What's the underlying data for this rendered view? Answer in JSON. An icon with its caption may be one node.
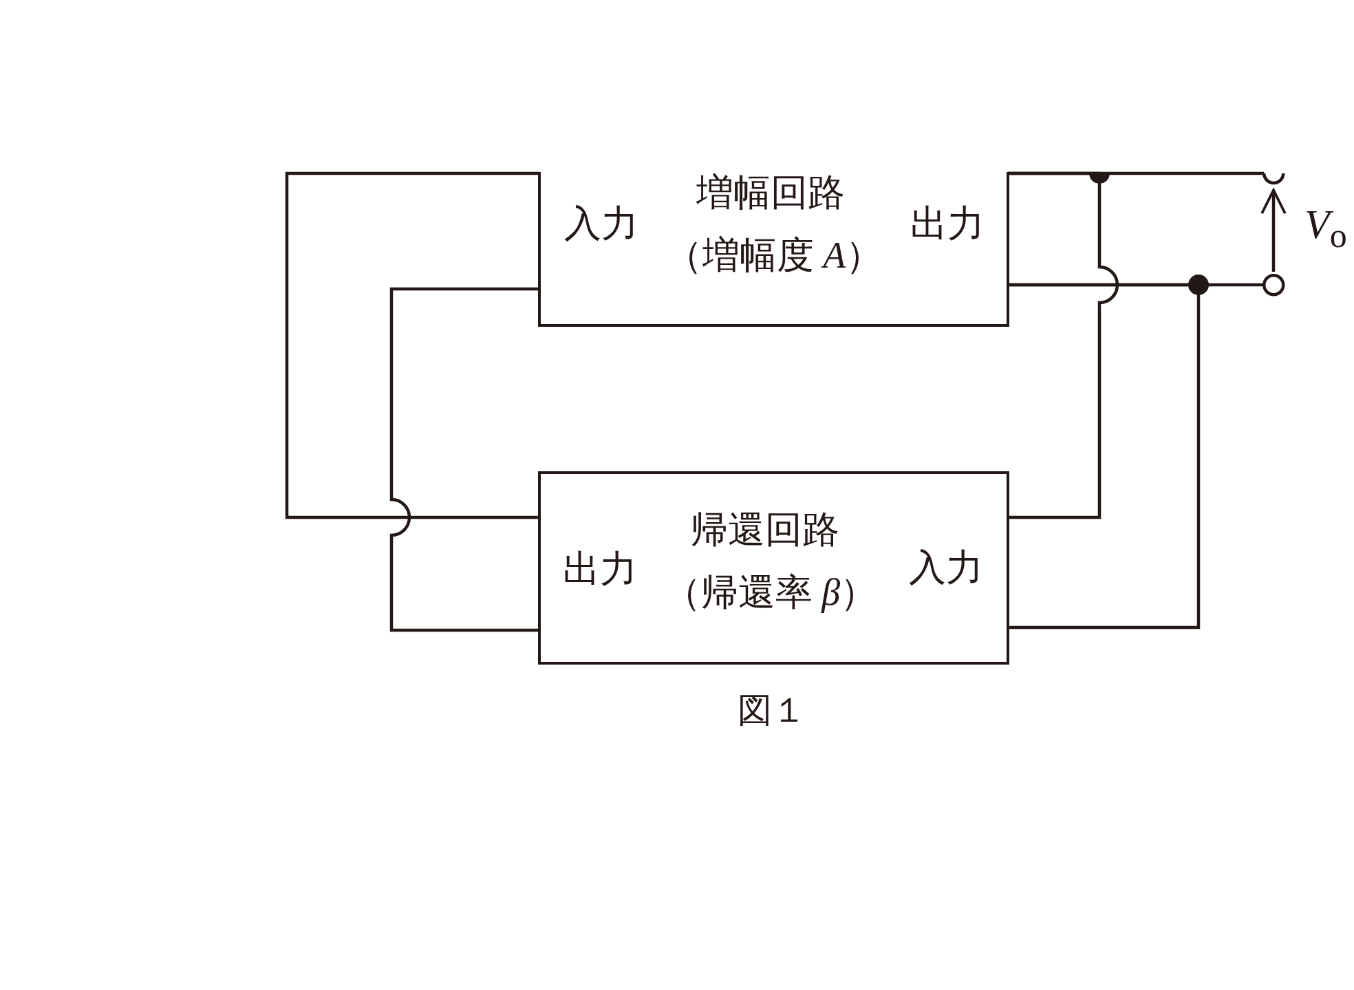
{
  "diagram": {
    "caption": "図１",
    "nodes": [
      {
        "text": [
          "入力",
          "増幅回路",
          "（増幅度 *A*）",
          "出力"
        ]
      },
      {
        "text": [
          "出力",
          "帰還回路",
          "（帰還率 *β*）",
          "入力"
        ]
      },
      {
        "text": [],
        "shape": "circle"
      },
      {
        "text": [],
        "shape": "circle"
      }
    ],
    "edges": [
      {
        "from": 1,
        "to": 0,
        "arrow": "none"
      },
      {
        "from": 1,
        "to": 0,
        "arrow": "none"
      },
      {
        "from": 0,
        "to": 2,
        "arrow": "none"
      },
      {
        "from": 0,
        "to": 1,
        "arrow": "none"
      },
      {
        "from": 0,
        "to": 3,
        "arrow": "none"
      },
      {
        "from": 0,
        "to": 1,
        "arrow": "none"
      },
      {
        "from": 3,
        "to": 2,
        "arrow": "to",
        "label": "*V*$_{o}$"
      }
    ]
  }
}
